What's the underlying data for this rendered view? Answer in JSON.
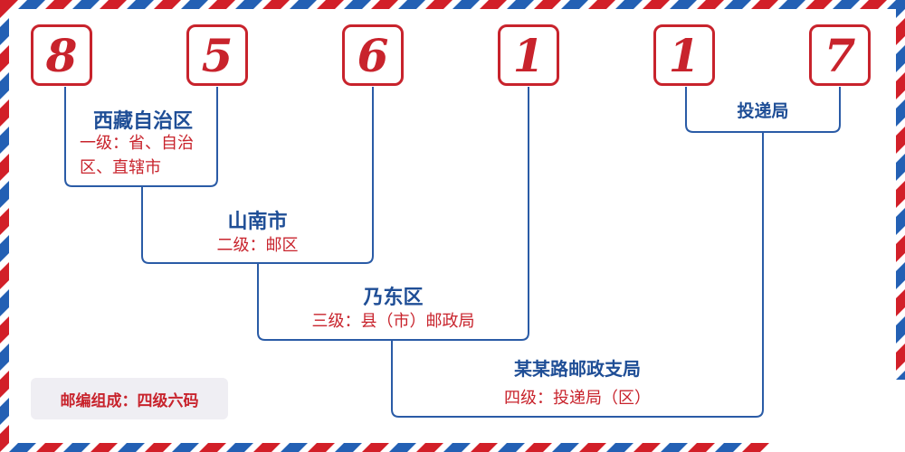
{
  "digits": [
    "8",
    "5",
    "6",
    "1",
    "1",
    "7"
  ],
  "levels": [
    {
      "title": "西藏自治区",
      "desc": "一级：省、自治区、直辖市"
    },
    {
      "title": "山南市",
      "desc": "二级：邮区"
    },
    {
      "title": "乃东区",
      "desc": "三级：县（市）邮政局"
    },
    {
      "title": "某某路邮政支局",
      "desc": "四级：投递局（区）"
    }
  ],
  "delivery": {
    "title": "投递局"
  },
  "footer": {
    "label": "邮编组成：四级六码"
  },
  "colors": {
    "red": "#c8232c",
    "blue": "#1f4e96",
    "line": "#2a5ba6"
  }
}
